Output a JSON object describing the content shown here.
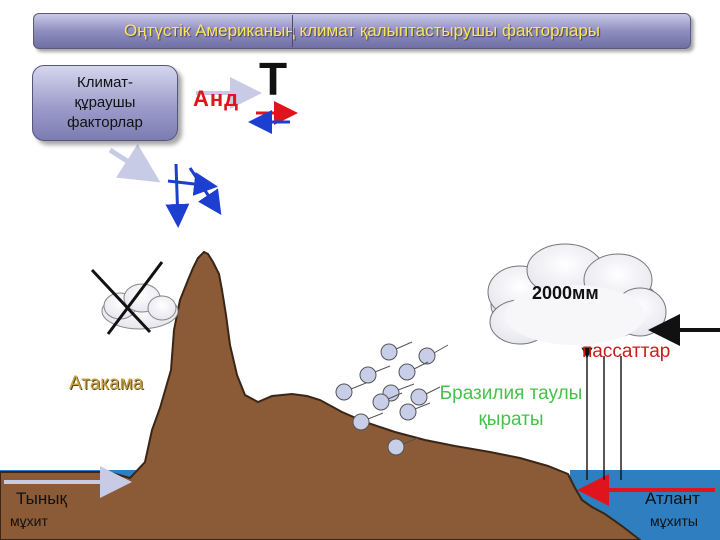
{
  "title": "Оңтүстік Американың климат қалыптастырушы факторлары",
  "climate_box": "Климат-\nқұраушы\nфакторлар",
  "labels": {
    "andes": "Анд",
    "t_letter": "Т",
    "atacama": "Атакама",
    "rain": "2000мм",
    "trade_winds": "пассаттар",
    "brazil": "Бразилия таулы\nқыраты",
    "pacific_word": "Тынық",
    "pacific_ocean": "мұхит",
    "atlantic_word": "Атлант",
    "atlantic_ocean": "мұхиты"
  },
  "colors": {
    "land": "#8b5a36",
    "ocean": "#2f7fc0",
    "arrow_blue": "#1d3fd0",
    "arrow_red": "#e0141c",
    "brazil_text": "#46c24a",
    "title_text": "#ffe45a"
  }
}
